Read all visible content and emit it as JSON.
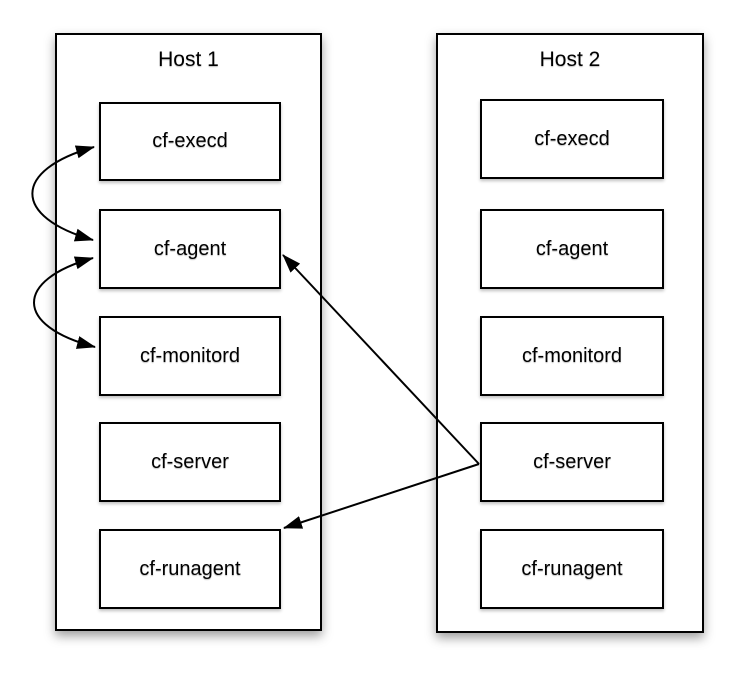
{
  "diagram": {
    "background_color": "#ffffff",
    "stroke_color": "#000000",
    "hosts": [
      {
        "title": "Host 1",
        "components": [
          "cf-execd",
          "cf-agent",
          "cf-monitord",
          "cf-server",
          "cf-runagent"
        ]
      },
      {
        "title": "Host 2",
        "components": [
          "cf-execd",
          "cf-agent",
          "cf-monitord",
          "cf-server",
          "cf-runagent"
        ]
      }
    ],
    "connections": [
      {
        "type": "curved",
        "bidirectional": true,
        "from": "host1.cf-execd",
        "to": "host1.cf-agent"
      },
      {
        "type": "curved",
        "bidirectional": true,
        "from": "host1.cf-agent",
        "to": "host1.cf-monitord"
      },
      {
        "type": "straight",
        "bidirectional": false,
        "from": "host2.cf-server",
        "to": "host1.cf-agent"
      },
      {
        "type": "straight",
        "bidirectional": false,
        "from": "host2.cf-server",
        "to": "host1.cf-runagent"
      }
    ]
  }
}
